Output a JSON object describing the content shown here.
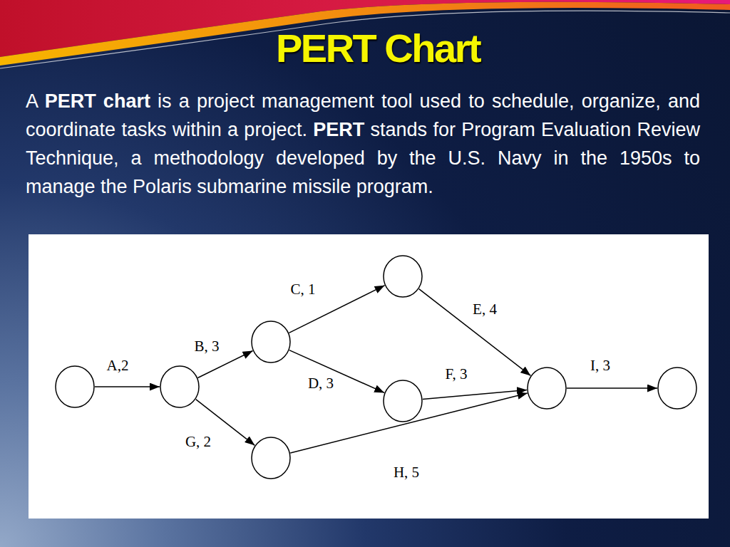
{
  "diagram": {
    "title": "PERT Chart",
    "nodes": [
      {
        "text": []
      },
      {
        "text": []
      },
      {
        "text": []
      },
      {
        "text": []
      },
      {
        "text": []
      },
      {
        "text": []
      },
      {
        "text": []
      },
      {
        "text": []
      }
    ],
    "edges": [
      {
        "from": 0,
        "to": 1,
        "label": "A,2",
        "arrow": "to"
      },
      {
        "from": 1,
        "to": 2,
        "label": "B, 3",
        "arrow": "to"
      },
      {
        "from": 1,
        "to": 3,
        "label": "G, 2",
        "arrow": "to"
      },
      {
        "from": 2,
        "to": 4,
        "label": "C, 1",
        "arrow": "to"
      },
      {
        "from": 2,
        "to": 5,
        "label": "D, 3",
        "arrow": "to"
      },
      {
        "from": 3,
        "to": 6,
        "label": "H, 5",
        "arrow": "to"
      },
      {
        "from": 4,
        "to": 6,
        "label": "E, 4",
        "arrow": "to"
      },
      {
        "from": 5,
        "to": 6,
        "label": "F, 3",
        "arrow": "to"
      },
      {
        "from": 6,
        "to": 7,
        "label": "I, 3",
        "arrow": "to"
      }
    ],
    "labels": [
      "A",
      "PERT chart",
      "is a project management tool used to schedule, organize, and coordinate tasks within a project.",
      "PERT",
      "stands for Program Evaluation Review Technique, a methodology developed by the U.S. Navy in the 1950s to manage the Polaris submarine missile program."
    ]
  }
}
